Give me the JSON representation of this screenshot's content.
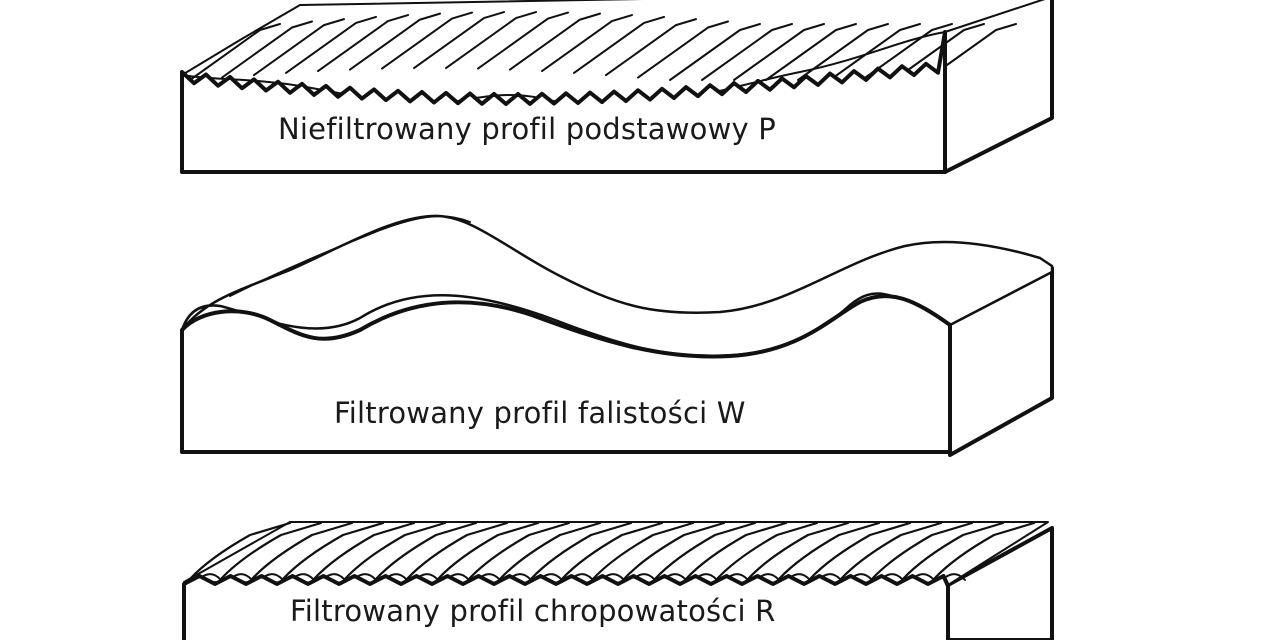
{
  "figure": {
    "blocks": [
      {
        "id": "primary",
        "label": "Niefiltrowany profil podstawowy P",
        "surface": "waviness-with-roughness"
      },
      {
        "id": "waviness",
        "label": "Filtrowany profil falistości W",
        "surface": "smooth-wave"
      },
      {
        "id": "roughness",
        "label": "Filtrowany profil chropowatości R",
        "surface": "fine-ridges"
      }
    ],
    "colors": {
      "line": "#111111",
      "fill": "#ffffff"
    }
  }
}
